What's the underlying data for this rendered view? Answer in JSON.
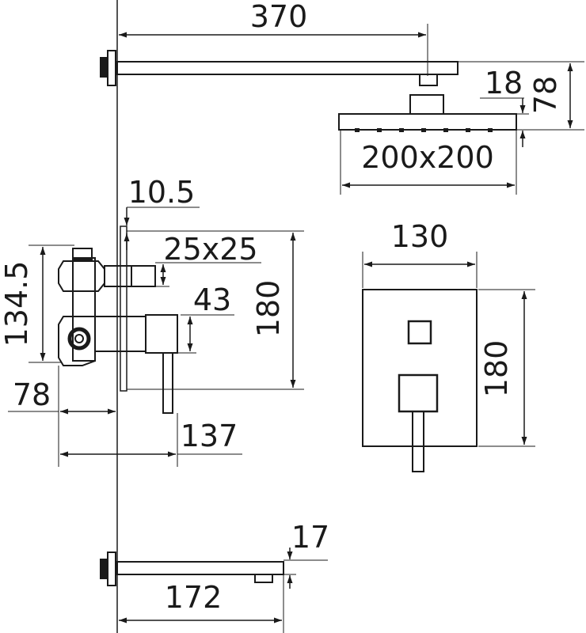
{
  "dimensions": {
    "arm_length": "370",
    "head_height": "78",
    "head_thickness": "18",
    "head_size": "200x200",
    "wall_offset": "10.5",
    "outlet_square": "25x25",
    "mixer_height": "134.5",
    "handle_offset": "43",
    "valve_height": "180",
    "mixer_depth": "78",
    "mixer_total_depth": "137",
    "plate_width": "130",
    "plate_height": "180",
    "spout_height": "17",
    "spout_length": "172"
  },
  "style": {
    "line_color": "#1a1a1a",
    "background": "#ffffff"
  }
}
